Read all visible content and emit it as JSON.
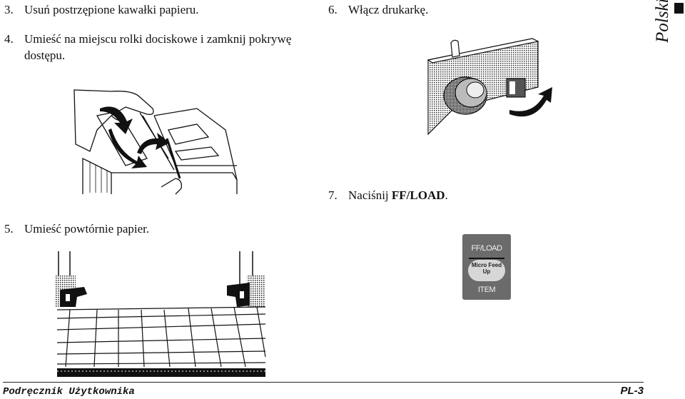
{
  "language_tab": "Polski",
  "steps": {
    "s3": {
      "num": "3.",
      "text": "Usuń postrzępione kawałki papieru."
    },
    "s4": {
      "num": "4.",
      "line1": "Umieść na miejscu rolki dociskowe i zamknij pokrywę",
      "line2": "dostępu."
    },
    "s5": {
      "num": "5.",
      "text": "Umieść powtórnie papier."
    },
    "s6": {
      "num": "6.",
      "text": "Włącz drukarkę."
    },
    "s7": {
      "num": "7.",
      "text": "Naciśnij",
      "bold": "FF/LOAD",
      "suffix": "."
    }
  },
  "button": {
    "top_label": "FF/LOAD",
    "oval_line1": "Micro Feed",
    "oval_line2": "Up",
    "bottom_label": "ITEM"
  },
  "footer": {
    "left": "Podręcznik Użytkownika",
    "right": "PL-3"
  }
}
